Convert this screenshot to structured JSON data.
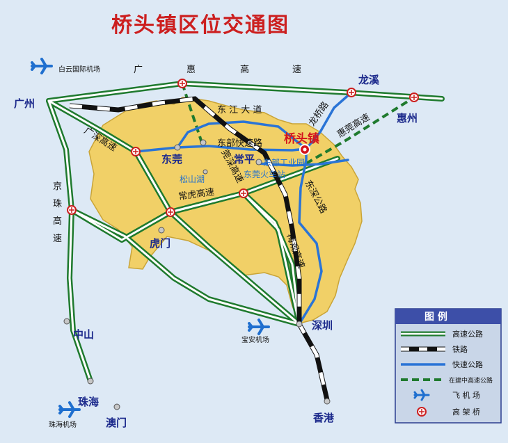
{
  "title": "桥头镇区位交通图",
  "cities": {
    "guangzhou": "广州",
    "longxi": "龙溪",
    "huizhou": "惠州",
    "dongguan": "东莞",
    "changping": "常平",
    "humen": "虎门",
    "shenzhen": "深圳",
    "zhongshan": "中山",
    "zhuhai": "珠海",
    "macau": "澳门",
    "hongkong": "香港",
    "qiaotou": "桥头镇"
  },
  "airports": {
    "baiyun": "白云国际机场",
    "baoan": "宝安机场",
    "zhuhai": "珠海机场"
  },
  "places": {
    "songshanhu": "松山湖",
    "dongbu_industrial": "东部工业园",
    "dongguan_station": "东莞火车站"
  },
  "roads": {
    "guanghui_1": "广",
    "guanghui_2": "惠",
    "guanghui_3": "高",
    "guanghui_4": "速",
    "dongjiang": "东 江 大 道",
    "dongbu_express": "东部快速路",
    "longqiao": "龙桥路",
    "huiguan": "惠莞高速",
    "guangshen": "广深高速",
    "jingzhu_1": "京",
    "jingzhu_2": "珠",
    "jingzhu_3": "高",
    "jingzhu_4": "速",
    "changhu": "常虎高速",
    "guanshen": "莞深高速",
    "dongshen": "东深公路",
    "meiguan": "梅观高速"
  },
  "legend": {
    "title": "图    例",
    "items": [
      {
        "label": "高速公路",
        "kind": "highway"
      },
      {
        "label": "铁路",
        "kind": "railway"
      },
      {
        "label": "快速公路",
        "kind": "expressway"
      },
      {
        "label": "在建中高速公路",
        "kind": "planned"
      },
      {
        "label": "飞 机 场",
        "kind": "airport"
      },
      {
        "label": "高 架 桥",
        "kind": "overpass"
      }
    ]
  },
  "colors": {
    "background": "#dde9f5",
    "region_fill": "#f1d067",
    "highway": "#1f7a2e",
    "railway": "#111111",
    "expressway": "#2a74d6",
    "planned": "#1f7a2e",
    "title": "#cc1f1f",
    "city_label": "#1c2a8c",
    "target": "#d4141c"
  }
}
